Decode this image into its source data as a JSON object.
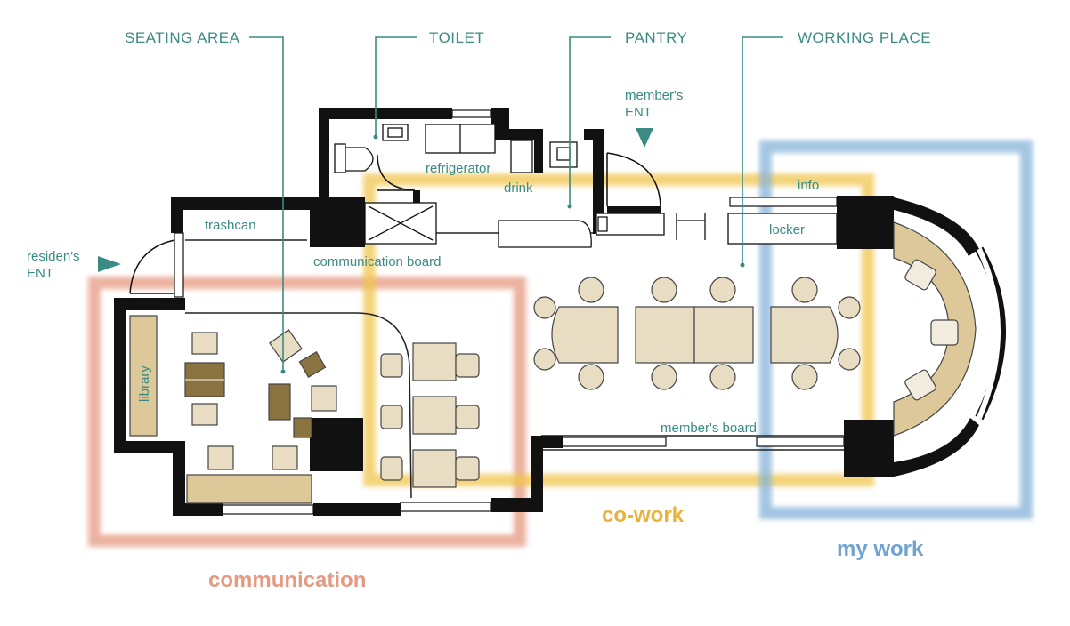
{
  "headers": {
    "seating_area": "SEATING AREA",
    "toilet": "TOILET",
    "pantry": "PANTRY",
    "working_place": "WORKING PLACE"
  },
  "labels": {
    "members_ent": "member's\nENT",
    "residents_ent": "residen's\nENT",
    "refrigerator": "refrigerator",
    "drink": "drink",
    "trashcan": "trashcan",
    "communication_board": "communication board",
    "info": "info",
    "locker": "locker",
    "library": "library",
    "members_board": "member's board"
  },
  "zones": {
    "communication": {
      "label": "communication",
      "color": "#e59a82"
    },
    "co_work": {
      "label": "co-work",
      "color": "#f0c54c"
    },
    "my_work": {
      "label": "my work",
      "color": "#86b2d8"
    }
  },
  "colors": {
    "accent_teal": "#3a8b84",
    "wall": "#111111",
    "furniture": "#e8dcc2",
    "dark_furniture": "#8a7340",
    "curved_bench": "#ddc89a"
  }
}
